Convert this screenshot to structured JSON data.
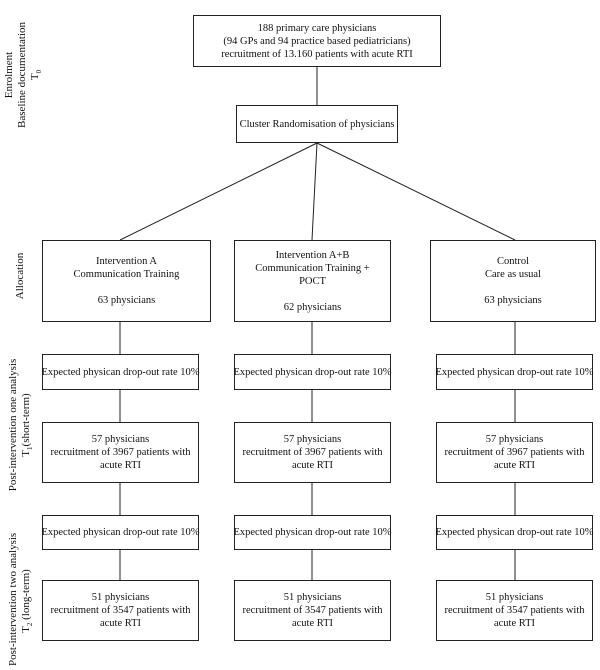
{
  "side_labels": {
    "enrolment": [
      "Enrolment",
      "Baseline documentation",
      "T0"
    ],
    "allocation": [
      "Allocation"
    ],
    "post_one": [
      "Post-intervention one analysis",
      "T1(short-term)"
    ],
    "post_two": [
      "Post-intervention two analysis",
      "T2 (long-term)"
    ]
  },
  "top_box": {
    "line1": "188 primary care physicians",
    "line2": "(94 GPs and 94 practice based pediatricians)",
    "line3": "recruitment of 13.160 patients with acute RTI"
  },
  "randomisation_box": {
    "label": "Cluster Randomisation of physicians"
  },
  "arms": [
    {
      "allocation": {
        "lines": [
          "Intervention A",
          "Communication Training"
        ],
        "count": "63 physicians"
      },
      "dropout1": "Expected physican drop-out rate 10%",
      "short_term": {
        "lines": [
          "57 physicians",
          "recruitment of 3967 patients with",
          "acute RTI"
        ]
      },
      "dropout2": "Expected physican drop-out rate 10%",
      "long_term": {
        "lines": [
          "51 physicians",
          "recruitment of 3547 patients with",
          "acute RTI"
        ]
      }
    },
    {
      "allocation": {
        "lines": [
          "Intervention A+B",
          "Communication Training +",
          "POCT"
        ],
        "count": "62 physicians"
      },
      "dropout1": "Expected physican drop-out rate 10%",
      "short_term": {
        "lines": [
          "57 physicians",
          "recruitment of 3967 patients with",
          "acute RTI"
        ]
      },
      "dropout2": "Expected physican drop-out rate 10%",
      "long_term": {
        "lines": [
          "51 physicians",
          "recruitment of 3547 patients with",
          "acute RTI"
        ]
      }
    },
    {
      "allocation": {
        "lines": [
          "Control",
          "Care as usual"
        ],
        "count": "63 physicians"
      },
      "dropout1": "Expected physican drop-out rate 10%",
      "short_term": {
        "lines": [
          "57 physicians",
          "recruitment of 3967 patients with",
          "acute RTI"
        ]
      },
      "dropout2": "Expected physican drop-out rate 10%",
      "long_term": {
        "lines": [
          "51 physicians",
          "recruitment of 3547 patients with",
          "acute RTI"
        ]
      }
    }
  ]
}
